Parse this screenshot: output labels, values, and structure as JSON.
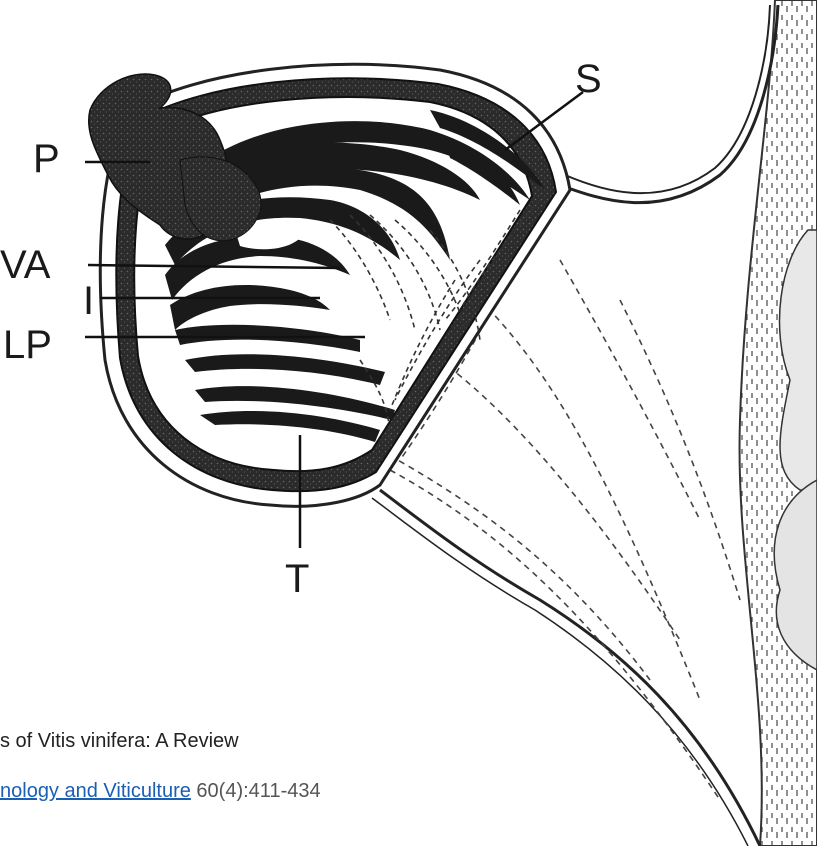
{
  "figure": {
    "labels": {
      "s": "S",
      "p": "P",
      "va": "VA",
      "i": "I",
      "lp": "LP",
      "t": "T"
    },
    "colors": {
      "ink": "#1a1a1a",
      "tissue": "#2b2b2b",
      "paper": "#ffffff"
    }
  },
  "caption": {
    "title": "s of Vitis vinifera: A Review",
    "journal_link": "nology and Viticulture",
    "reference": " 60(4):411-434"
  }
}
